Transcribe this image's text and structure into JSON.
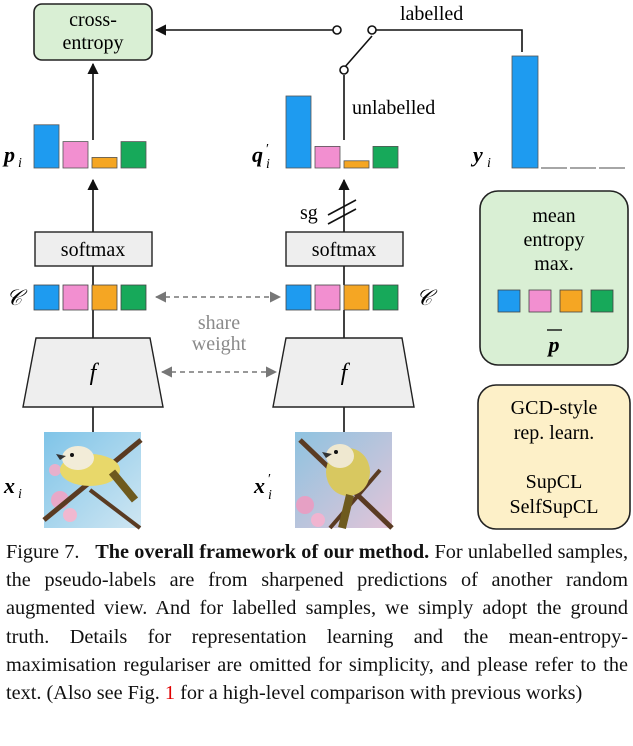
{
  "colors": {
    "blue": "#1e9bf0",
    "pink": "#f28fd0",
    "orange": "#f5a623",
    "green": "#17a95a",
    "green_box": "#d9efd4",
    "green_box_border": "#2b2b2b",
    "gray_box": "#eeeeee",
    "yellow_box": "#fdf0c8",
    "dashed_arrow": "#777777",
    "share_text": "#8a8a8a"
  },
  "boxes": {
    "cross_entropy": "cross-\nentropy",
    "softmax_left": "softmax",
    "softmax_right": "softmax",
    "mean_entropy": "mean\nentropy\nmax.",
    "gcd": "GCD-style\nrep. learn.\n\nSupCL\nSelfSupCL"
  },
  "labels": {
    "labelled": "labelled",
    "unlabelled": "unlabelled",
    "sg": "sg",
    "share_weight": "share\nweight",
    "p_i": "p",
    "p_i_sub": "i",
    "q_i": "q",
    "q_i_sup": "′",
    "q_i_sub": "i",
    "y_i": "y",
    "y_i_sub": "i",
    "C_left": "𝒞",
    "C_right": "𝒞",
    "f_left": "f",
    "f_right": "f",
    "x_i": "x",
    "x_i_sub": "i",
    "x_i_prime": "x",
    "x_i_prime_sup": "′",
    "x_i_prime_sub": "i",
    "p_bar": "p"
  },
  "distributions": {
    "p_i": [
      0.9,
      0.55,
      0.22,
      0.55
    ],
    "q_i": [
      1.0,
      0.3,
      0.1,
      0.3
    ],
    "y_i": [
      1.0,
      0.0,
      0.0,
      0.0
    ]
  },
  "caption": {
    "prefix": "Figure 7.",
    "title": "The overall framework of our method.",
    "text1": "For unlabelled samples, the pseudo-labels are from sharpened predictions of another random augmented view. And for labelled samples, we simply adopt the ground truth. Details for representation learning and the mean-entropy-maximisation regulariser are omitted for simplicity, and please refer to the text. (Also see Fig.",
    "ref": "1",
    "text2": "for a high-level comparison with previous works)"
  }
}
